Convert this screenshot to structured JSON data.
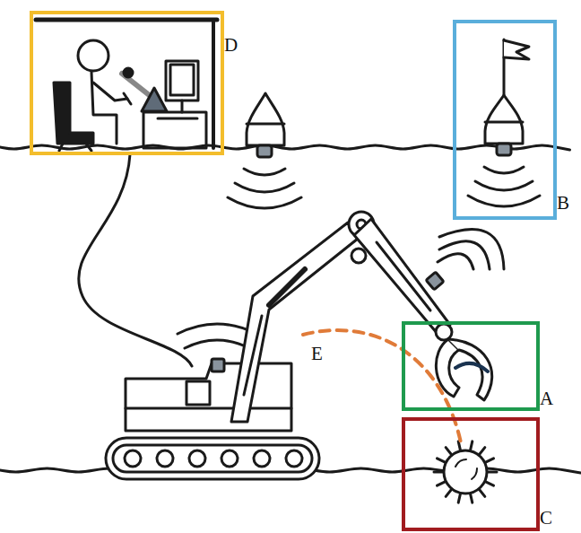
{
  "diagram": {
    "nodes": [
      {
        "text": [
          "D"
        ]
      },
      {
        "text": [
          "B"
        ]
      },
      {
        "text": [
          "A"
        ]
      },
      {
        "text": [
          "C"
        ]
      }
    ],
    "labels": [
      "E"
    ]
  }
}
